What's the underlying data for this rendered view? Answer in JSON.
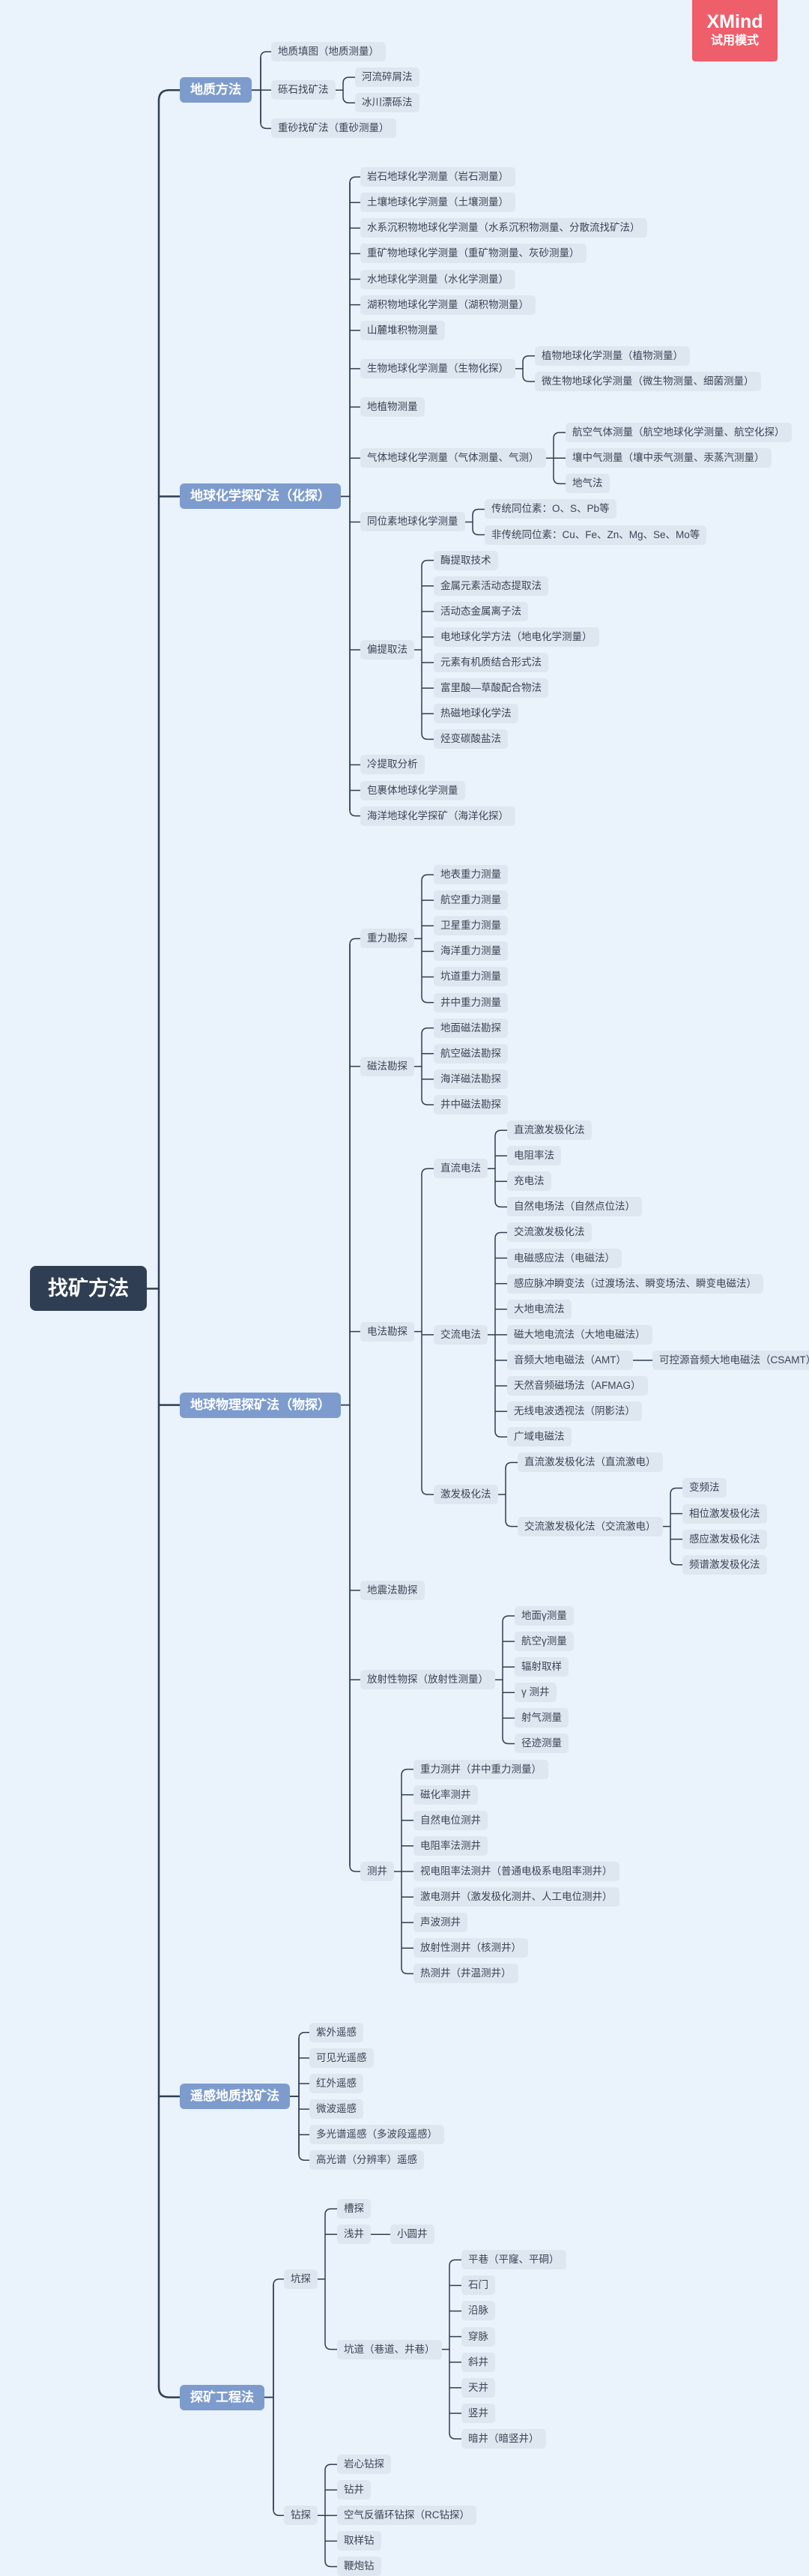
{
  "badge": {
    "brand": "XMind",
    "mode": "试用模式"
  },
  "root": "找矿方法",
  "branches": [
    {
      "label": "地质方法",
      "children": [
        {
          "label": "地质填图（地质测量）"
        },
        {
          "label": "砾石找矿法",
          "children": [
            {
              "label": "河流碎屑法"
            },
            {
              "label": "冰川漂砾法"
            }
          ]
        },
        {
          "label": "重砂找矿法（重砂测量）"
        }
      ]
    },
    {
      "label": "地球化学探矿法（化探）",
      "children": [
        {
          "label": "岩石地球化学测量（岩石测量）"
        },
        {
          "label": "土壤地球化学测量（土壤测量）"
        },
        {
          "label": "水系沉积物地球化学测量（水系沉积物测量、分散流找矿法）"
        },
        {
          "label": "重矿物地球化学测量（重矿物测量、灰砂测量）"
        },
        {
          "label": "水地球化学测量（水化学测量）"
        },
        {
          "label": "湖积物地球化学测量（湖积物测量）"
        },
        {
          "label": "山麓堆积物测量"
        },
        {
          "label": "生物地球化学测量（生物化探）",
          "children": [
            {
              "label": "植物地球化学测量（植物测量）"
            },
            {
              "label": "微生物地球化学测量（微生物测量、细菌测量）"
            }
          ]
        },
        {
          "label": "地植物测量"
        },
        {
          "label": "气体地球化学测量（气体测量、气测）",
          "children": [
            {
              "label": "航空气体测量（航空地球化学测量、航空化探）"
            },
            {
              "label": "壤中气测量（壤中汞气测量、汞蒸汽测量）"
            },
            {
              "label": "地气法"
            }
          ]
        },
        {
          "label": "同位素地球化学测量",
          "children": [
            {
              "label": "传统同位素：O、S、Pb等"
            },
            {
              "label": "非传统同位素：Cu、Fe、Zn、Mg、Se、Mo等"
            }
          ]
        },
        {
          "label": "偏提取法",
          "children": [
            {
              "label": "酶提取技术"
            },
            {
              "label": "金属元素活动态提取法"
            },
            {
              "label": "活动态金属离子法"
            },
            {
              "label": "电地球化学方法（地电化学测量）"
            },
            {
              "label": "元素有机质结合形式法"
            },
            {
              "label": "富里酸—草酸配合物法"
            },
            {
              "label": "热磁地球化学法"
            },
            {
              "label": "烃变碳酸盐法"
            }
          ]
        },
        {
          "label": "冷提取分析"
        },
        {
          "label": "包裹体地球化学测量"
        },
        {
          "label": "海洋地球化学探矿（海洋化探）"
        }
      ]
    },
    {
      "label": "地球物理探矿法（物探）",
      "children": [
        {
          "label": "重力勘探",
          "children": [
            {
              "label": "地表重力测量"
            },
            {
              "label": "航空重力测量"
            },
            {
              "label": "卫星重力测量"
            },
            {
              "label": "海洋重力测量"
            },
            {
              "label": "坑道重力测量"
            },
            {
              "label": "井中重力测量"
            }
          ]
        },
        {
          "label": "磁法勘探",
          "children": [
            {
              "label": "地面磁法勘探"
            },
            {
              "label": "航空磁法勘探"
            },
            {
              "label": "海洋磁法勘探"
            },
            {
              "label": "井中磁法勘探"
            }
          ]
        },
        {
          "label": "电法勘探",
          "children": [
            {
              "label": "直流电法",
              "children": [
                {
                  "label": "直流激发极化法"
                },
                {
                  "label": "电阻率法"
                },
                {
                  "label": "充电法"
                },
                {
                  "label": "自然电场法（自然点位法）"
                }
              ]
            },
            {
              "label": "交流电法",
              "children": [
                {
                  "label": "交流激发极化法"
                },
                {
                  "label": "电磁感应法（电磁法）"
                },
                {
                  "label": "感应脉冲瞬变法（过渡场法、瞬变场法、瞬变电磁法）"
                },
                {
                  "label": "大地电流法"
                },
                {
                  "label": "磁大地电流法（大地电磁法）"
                },
                {
                  "label": "音频大地电磁法（AMT）",
                  "children": [
                    {
                      "label": "可控源音频大地电磁法（CSAMT）"
                    }
                  ]
                },
                {
                  "label": "天然音频磁场法（AFMAG）"
                },
                {
                  "label": "无线电波透视法（阴影法）"
                },
                {
                  "label": "广域电磁法"
                }
              ]
            },
            {
              "label": "激发极化法",
              "children": [
                {
                  "label": "直流激发极化法（直流激电）"
                },
                {
                  "label": "交流激发极化法（交流激电）",
                  "children": [
                    {
                      "label": "变频法"
                    },
                    {
                      "label": "相位激发极化法"
                    },
                    {
                      "label": "感应激发极化法"
                    },
                    {
                      "label": "频谱激发极化法"
                    }
                  ]
                }
              ]
            }
          ]
        },
        {
          "label": "地震法勘探"
        },
        {
          "label": "放射性物探（放射性测量）",
          "children": [
            {
              "label": "地面γ测量"
            },
            {
              "label": "航空γ测量"
            },
            {
              "label": "辐射取样"
            },
            {
              "label": "γ 测井"
            },
            {
              "label": "射气测量"
            },
            {
              "label": "径迹测量"
            }
          ]
        },
        {
          "label": "测井",
          "children": [
            {
              "label": "重力测井（井中重力测量）"
            },
            {
              "label": "磁化率测井"
            },
            {
              "label": "自然电位测井"
            },
            {
              "label": "电阻率法测井"
            },
            {
              "label": "视电阻率法测井（普通电极系电阻率测井）"
            },
            {
              "label": "激电测井（激发极化测井、人工电位测井）"
            },
            {
              "label": "声波测井"
            },
            {
              "label": "放射性测井（核测井）"
            },
            {
              "label": "热测井（井温测井）"
            }
          ]
        }
      ]
    },
    {
      "label": "遥感地质找矿法",
      "children": [
        {
          "label": "紫外遥感"
        },
        {
          "label": "可见光遥感"
        },
        {
          "label": "红外遥感"
        },
        {
          "label": "微波遥感"
        },
        {
          "label": "多光谱遥感（多波段遥感）"
        },
        {
          "label": "高光谱（分辨率）遥感"
        }
      ]
    },
    {
      "label": "探矿工程法",
      "children": [
        {
          "label": "坑探",
          "children": [
            {
              "label": "槽探"
            },
            {
              "label": "浅井",
              "children": [
                {
                  "label": "小圆井"
                }
              ]
            },
            {
              "label": "坑道（巷道、井巷）",
              "children": [
                {
                  "label": "平巷（平窿、平硐）"
                },
                {
                  "label": "石门"
                },
                {
                  "label": "沿脉"
                },
                {
                  "label": "穿脉"
                },
                {
                  "label": "斜井"
                },
                {
                  "label": "天井"
                },
                {
                  "label": "竖井"
                },
                {
                  "label": "暗井（暗竖井）"
                }
              ]
            }
          ]
        },
        {
          "label": "钻探",
          "children": [
            {
              "label": "岩心钻探"
            },
            {
              "label": "钻井"
            },
            {
              "label": "空气反循环钻探（RC钻探）"
            },
            {
              "label": "取样钻"
            },
            {
              "label": "鞭炮钻"
            }
          ]
        }
      ]
    }
  ]
}
